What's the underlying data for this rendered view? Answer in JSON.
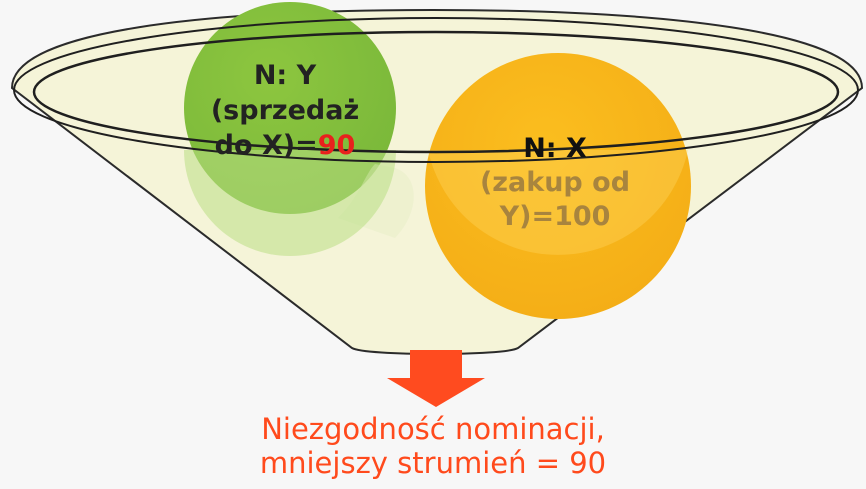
{
  "colors": {
    "background": "#f7f7f7",
    "funnel_fill": "#f5f4d8",
    "funnel_stroke": "#2b2b2b",
    "green_circle": "#8dc63f",
    "orange_circle": "#fbb71f",
    "accent_red": "#e8211d",
    "arrow": "#ff4b1f",
    "result_text": "#ff4a1c"
  },
  "nominations": {
    "green": {
      "line1": "N: Y",
      "line2": "(sprzedaż",
      "line3_prefix": "do X)=",
      "line3_value": "90"
    },
    "orange": {
      "line1": "N: X",
      "line2": "(zakup od",
      "line3": "Y)=100"
    }
  },
  "result": {
    "line1": "Niezgodność nominacji,",
    "line2": "mniejszy strumień = 90"
  },
  "icons": {
    "arrow": "arrow-down-icon"
  }
}
